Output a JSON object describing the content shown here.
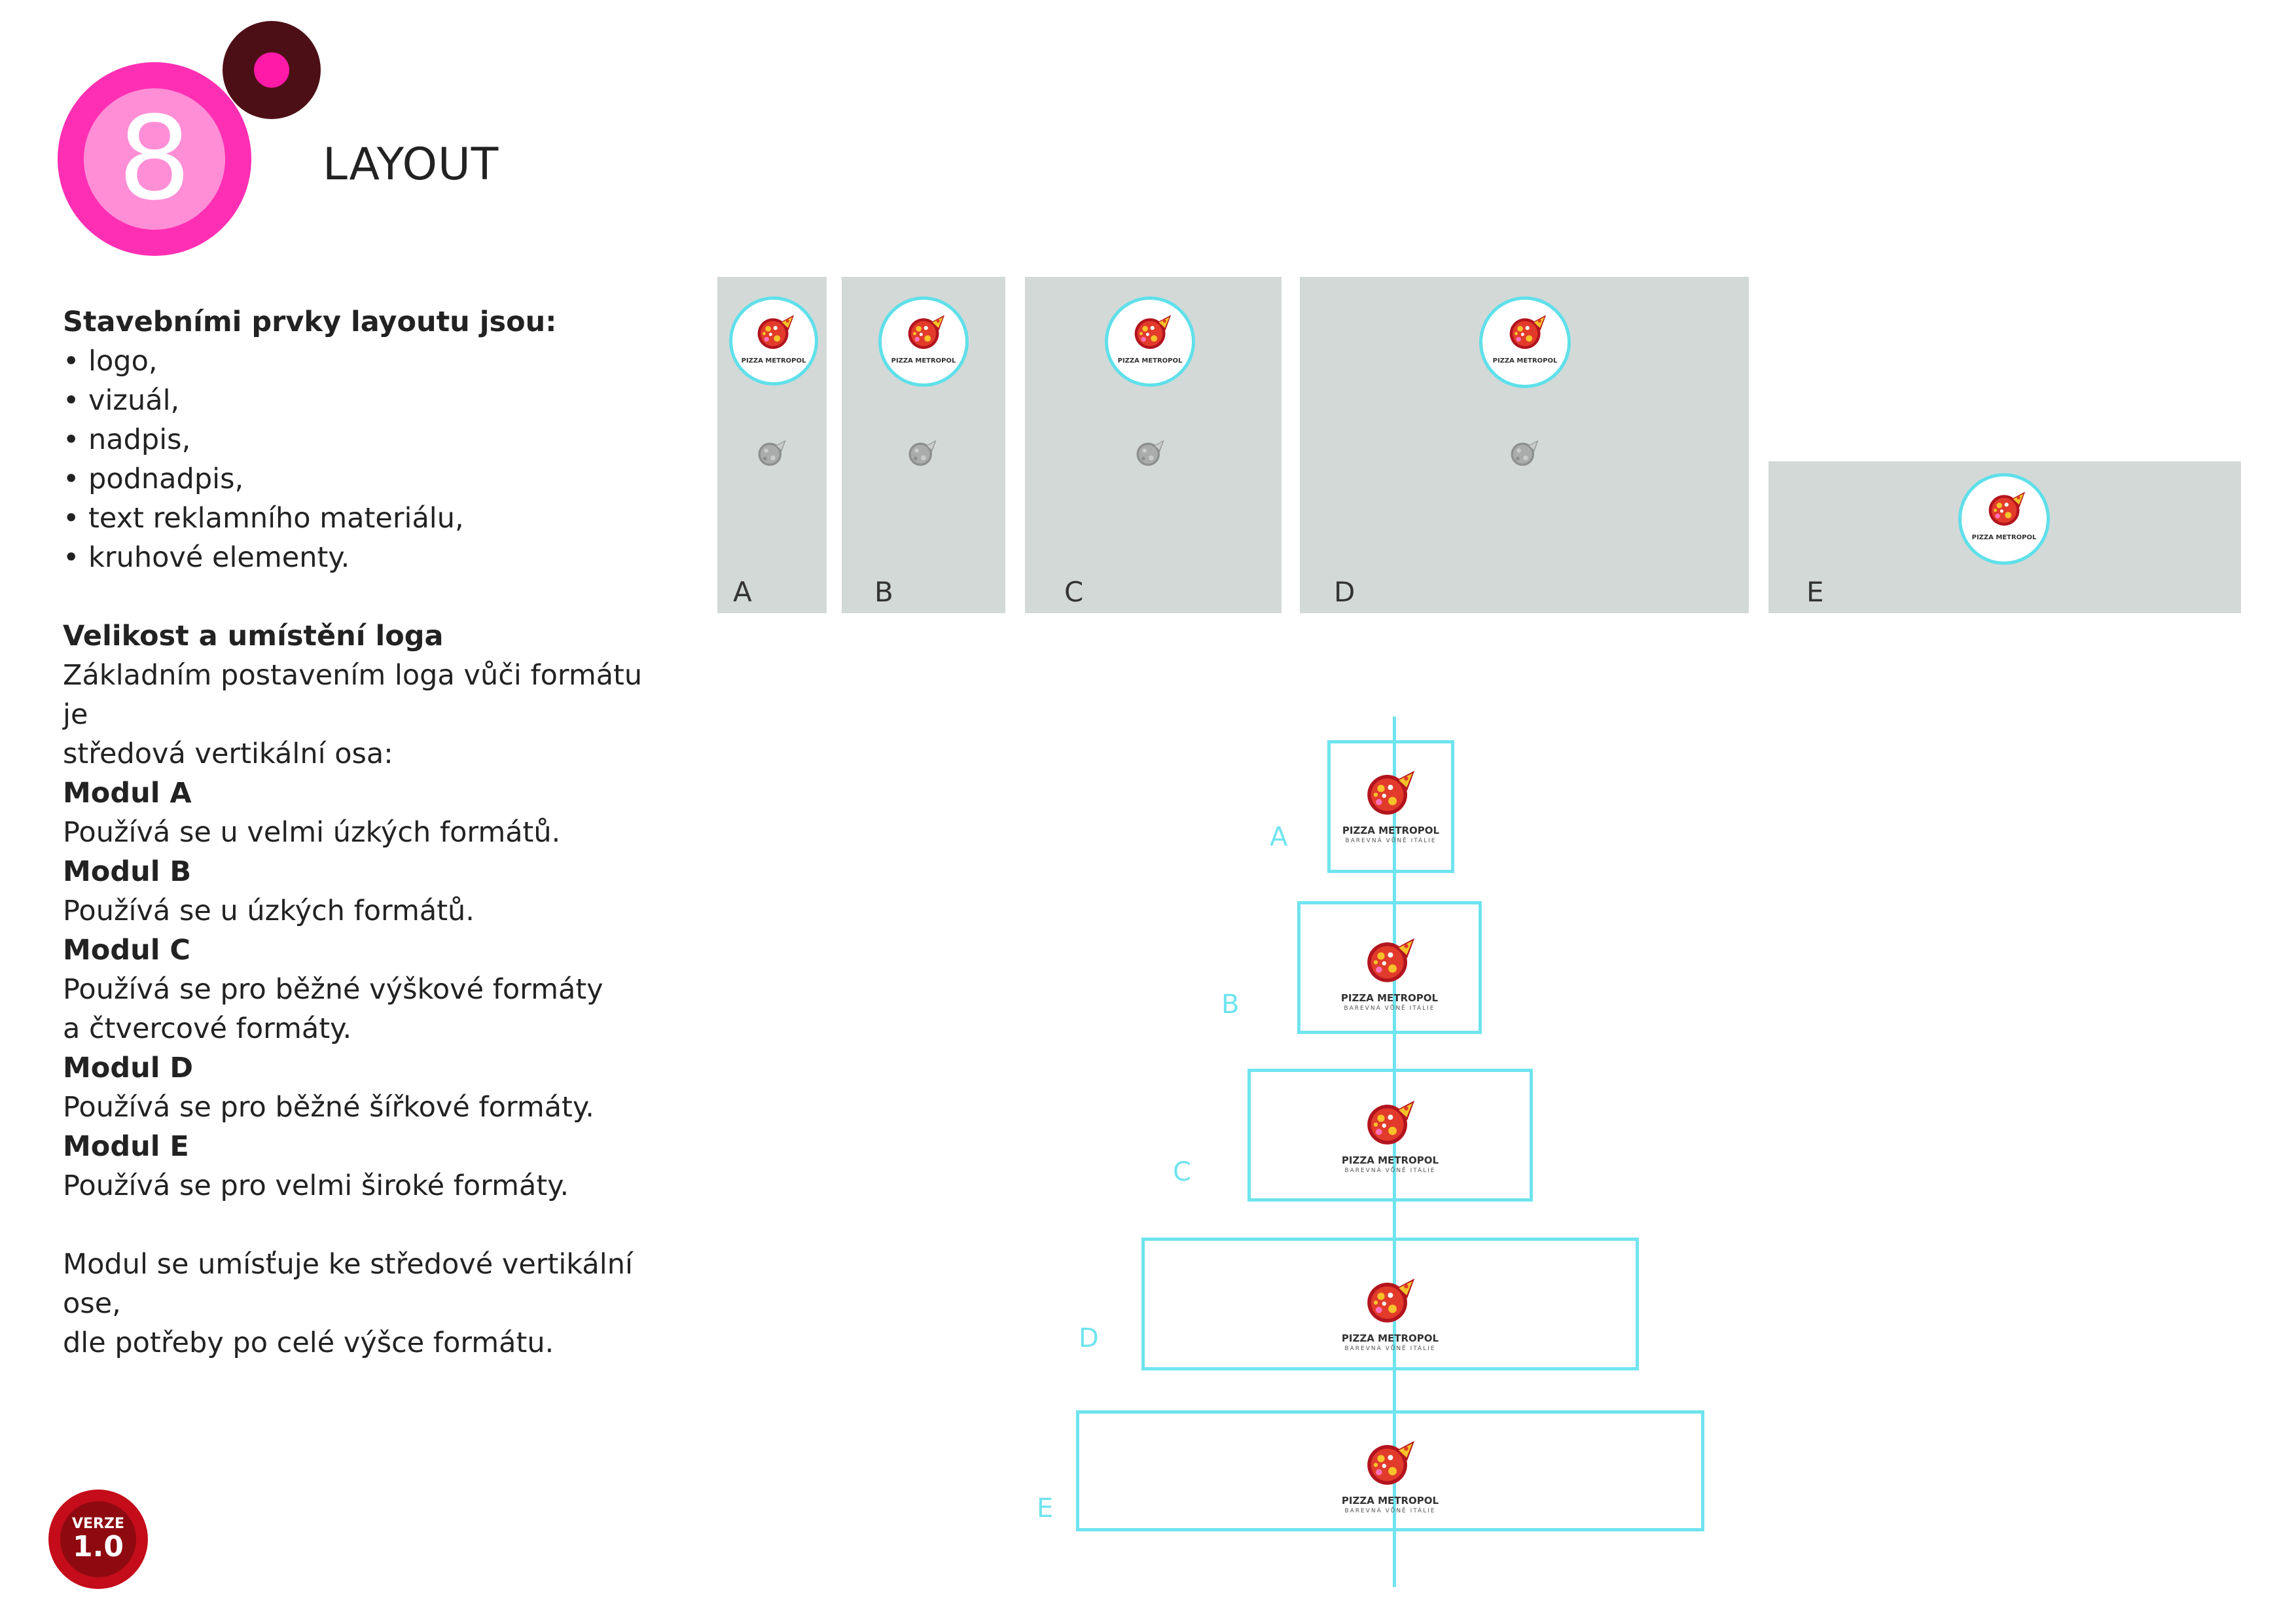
{
  "header": {
    "number": "8",
    "title": "LAYOUT"
  },
  "left": {
    "elements_heading": "Stavebními prvky layoutu jsou:",
    "elements": [
      "• logo,",
      "• vizuál,",
      "• nadpis,",
      "• podnadpis,",
      "• text reklamního materiálu,",
      "• kruhové elementy."
    ],
    "logo_heading": "Velikost a umístění loga",
    "logo_intro_1": "Základním postavením loga vůči formátu je",
    "logo_intro_2": "středová vertikální osa:",
    "modules": [
      {
        "name": "Modul A",
        "desc": [
          "Používá se u velmi úzkých formátů."
        ]
      },
      {
        "name": "Modul B",
        "desc": [
          "Používá se u úzkých formátů."
        ]
      },
      {
        "name": "Modul C",
        "desc": [
          "Používá se pro běžné výškové formáty",
          "a čtvercové formáty."
        ]
      },
      {
        "name": "Modul D",
        "desc": [
          "Používá se pro běžné šířkové formáty."
        ]
      },
      {
        "name": "Modul E",
        "desc": [
          "Používá se pro velmi široké formáty."
        ]
      }
    ],
    "closing_1": "Modul se umísťuje ke středové vertikální ose,",
    "closing_2": "dle potřeby po celé výšce formátu."
  },
  "formats": [
    "A",
    "B",
    "C",
    "D",
    "E"
  ],
  "modules_diagram": [
    "A",
    "B",
    "C",
    "D",
    "E"
  ],
  "logo": {
    "name": "PIZZA METROPOL",
    "tagline": "BAREVNÁ VŮNĚ ITÁLIE"
  },
  "version": {
    "label": "VERZE",
    "number": "1.0"
  },
  "colors": {
    "pink": "#ff2fb4",
    "light_pink": "#ff8ed6",
    "maroon": "#4d0f16",
    "cyan_guide": "#6fe4ef",
    "format_gray": "#d3d9d7",
    "version_red": "#c40c1a"
  }
}
